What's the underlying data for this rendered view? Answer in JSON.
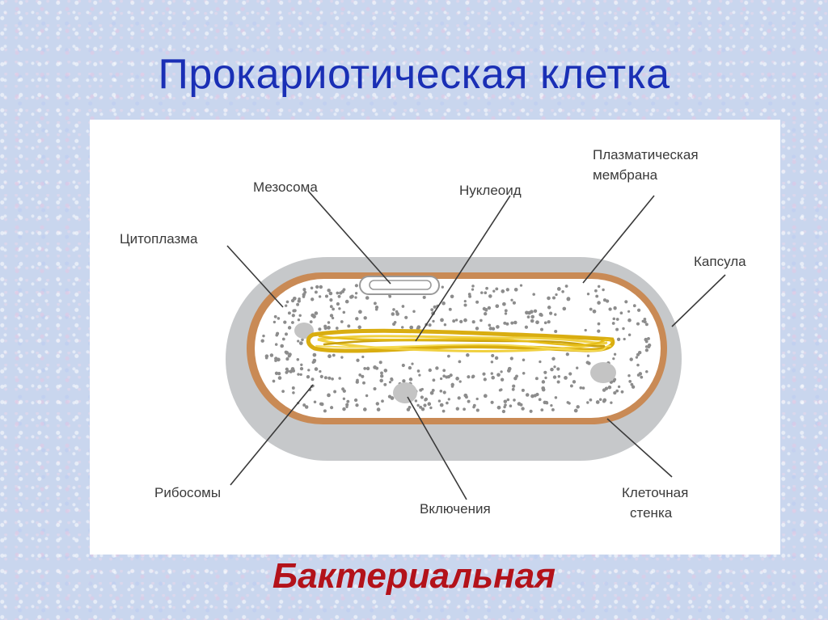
{
  "title": "Прокариотическая клетка",
  "caption": "Бактериальная",
  "labels": {
    "mesosome": "Мезосома",
    "nucleoid": "Нуклеоид",
    "plasma_membrane_line1": "Плазматическая",
    "plasma_membrane_line2": "мембрана",
    "cytoplasm": "Цитоплазма",
    "capsule": "Капсула",
    "ribosomes": "Рибосомы",
    "inclusions": "Включения",
    "cell_wall_line1": "Клеточная",
    "cell_wall_line2": "стенка"
  },
  "colors": {
    "title": "#1a2fb5",
    "caption": "#b3121a",
    "capsule": "#c4c6c8",
    "cell_wall": "#c98a55",
    "cytoplasm": "#ffffff",
    "nucleoid": "#e8c21a",
    "ribosome": "#8a8a8a",
    "inclusion": "#c2c2c2"
  }
}
